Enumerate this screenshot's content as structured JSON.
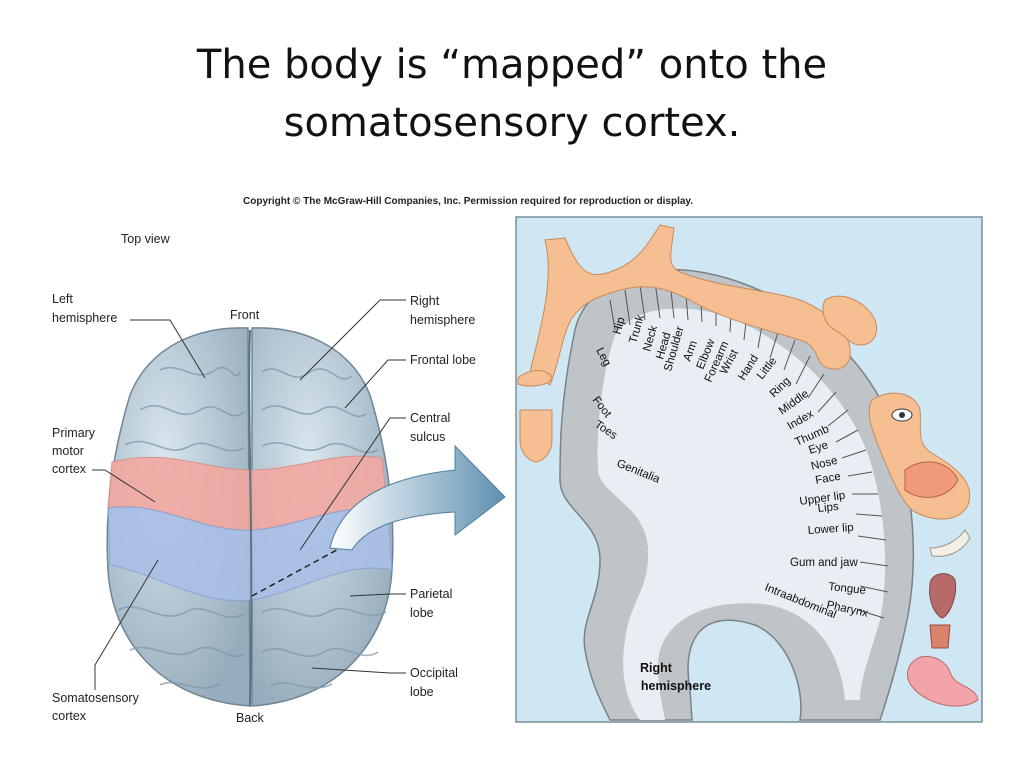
{
  "title": {
    "line1": "The body is “mapped” onto the",
    "line2": "somatosensory cortex."
  },
  "copyright": "Copyright © The McGraw-Hill Companies, Inc. Permission required for reproduction or display.",
  "brain_view": {
    "top_view": "Top view",
    "front": "Front",
    "back": "Back",
    "left_hemisphere": [
      "Left",
      "hemisphere"
    ],
    "right_hemisphere": [
      "Right",
      "hemisphere"
    ],
    "frontal_lobe": "Frontal lobe",
    "central_sulcus": [
      "Central",
      "sulcus"
    ],
    "primary_motor_cortex": [
      "Primary",
      "motor",
      "cortex"
    ],
    "parietal_lobe": [
      "Parietal",
      "lobe"
    ],
    "occipital_lobe": [
      "Occipital",
      "lobe"
    ],
    "somatosensory_cortex": [
      "Somatosensory",
      "cortex"
    ]
  },
  "homunculus": {
    "right_hemisphere": [
      "Right",
      "hemisphere"
    ],
    "regions": [
      "Hip",
      "Trunk",
      "Neck",
      "Head",
      "Shoulder",
      "Arm",
      "Elbow",
      "Forearm",
      "Wrist",
      "Hand",
      "Little",
      "Ring",
      "Middle",
      "Index",
      "Thumb",
      "Eye",
      "Nose",
      "Face",
      "Upper lip",
      "Lips",
      "Lower lip",
      "Gum and jaw",
      "Tongue",
      "Pharynx",
      "Intraabdominal",
      "Leg",
      "Foot",
      "Toes",
      "Genitalia"
    ]
  },
  "colors": {
    "motor_cortex": "#f2a9a0",
    "somatosensory_cortex": "#a9bfe6",
    "panel_background": "#cfe6f3",
    "body_figure": "#f6bf92"
  }
}
